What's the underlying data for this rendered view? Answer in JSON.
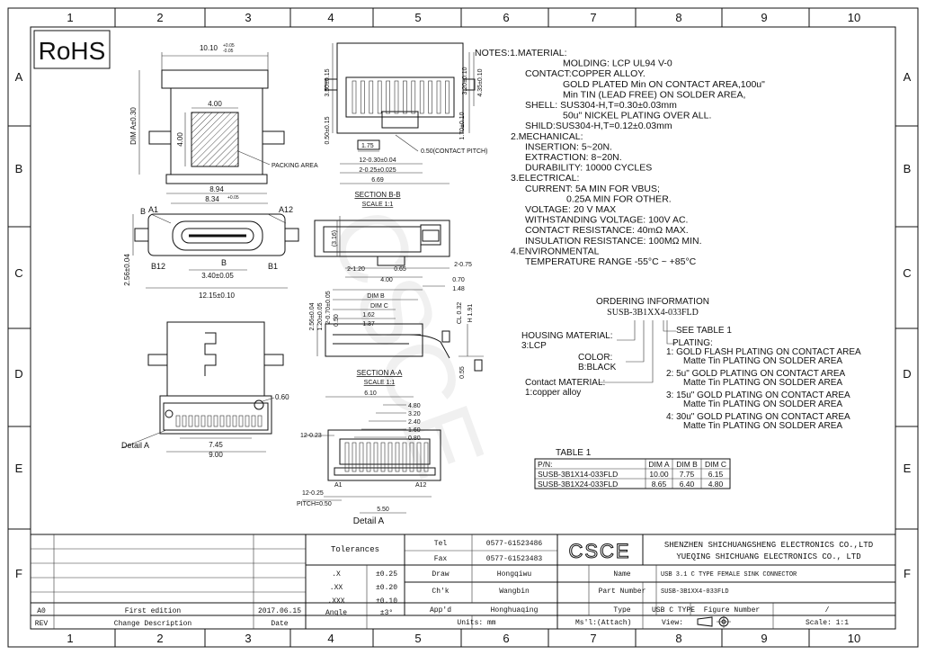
{
  "frame": {
    "cols": [
      "1",
      "2",
      "3",
      "4",
      "5",
      "6",
      "7",
      "8",
      "9",
      "10"
    ],
    "rows": [
      "A",
      "B",
      "C",
      "D",
      "E",
      "F"
    ]
  },
  "rohs": "RoHS",
  "watermark": "CSCE",
  "views": {
    "top_width": "10.10",
    "top_width_tol_up": "+0.05",
    "top_width_tol_dn": "-0.05",
    "dim_a": "DIM A±0.30",
    "sq_w": "4.00",
    "sq_h": "4.00",
    "packing": "PACKING AREA",
    "bottom_w": "8.94",
    "front_top": "8.34",
    "front_top_tol": "+0.05",
    "b_label": "B",
    "a1": "A1",
    "a12": "A12",
    "b12": "B12",
    "b1": "B1",
    "b_mid": "B",
    "pitch340": "3.40±0.05",
    "w1215": "12.15±0.10",
    "h256": "2.56±0.04",
    "sec_bb": "SECTION B-B",
    "scale_bb": "SCALE 1:1",
    "d350": "3.50±0.15",
    "d050": "0.50±0.15",
    "d320": "3.20±0.10",
    "d435": "4.35±0.10",
    "d170": "1.70±0.10",
    "d175": "1.75",
    "d050p": "0.50(CONTACT PITCH)",
    "d1230": "12-0.30±0.04",
    "d2025": "2-0.25±0.025",
    "d669": "6.69",
    "sec_aa": "SECTION A-A",
    "scale_aa": "SCALE 1:1",
    "d316": "(3.16)",
    "d2120": "2-1.20",
    "d065": "0.65",
    "d2075": "2-0.75",
    "d400": "4.00",
    "d070": "0.70",
    "d148": "1.48",
    "dimb": "DIM B",
    "dimc": "DIM C",
    "d162": "1.62",
    "d137": "1.37",
    "d256v": "2.56±0.04",
    "d120": "1.20±0.05",
    "d2070": "2-0.70±0.05",
    "d050v": "0.50",
    "cl032": "CL 0.32",
    "h191": "H 1.91",
    "d055": "0.55",
    "d060": "0.60",
    "d610": "6.10",
    "detail_a_lbl": "Detail A",
    "d745": "7.45",
    "d900": "9.00",
    "stack": [
      "4.80",
      "3.20",
      "2.40",
      "1.60",
      "0.80"
    ],
    "d1223": "12-0.23",
    "d1225": "12-0.25",
    "pitch050": "PITCH=0.50",
    "d550": "5.50",
    "detail_a_title": "Detail A",
    "a1b": "A1",
    "a12b": "A12"
  },
  "notes": [
    "NOTES:1.MATERIAL:",
    "MOLDING: LCP UL94 V-0",
    "CONTACT:COPPER ALLOY.",
    "GOLD PLATED Min ON CONTACT AREA,100u\"",
    "Min TIN (LEAD FREE) ON SOLDER AREA,",
    "SHELL: SUS304-H,T=0.30±0.03mm",
    "50u\" NICKEL PLATING OVER ALL.",
    "SHILD:SUS304-H,T=0.12±0.03mm",
    "2.MECHANICAL:",
    "INSERTION: 5~20N.",
    "EXTRACTION: 8~20N.",
    "DURABILITY: 10000 CYCLES",
    "3.ELECTRICAL:",
    "CURRENT: 5A MIN FOR VBUS;",
    "0.25A MIN FOR OTHER.",
    "VOLTAGE: 20 V MAX",
    "WITHSTANDING VOLTAGE: 100V AC.",
    "CONTACT RESISTANCE: 40mΩ MAX.",
    "INSULATION RESISTANCE: 100MΩ MIN.",
    "4.ENVIRONMENTAL",
    "TEMPERATURE RANGE -55°C ~ +85°C"
  ],
  "ordering": {
    "title": "ORDERING INFORMATION",
    "code": "SUSB-3B1XX4-033FLD",
    "see_table": "SEE TABLE 1",
    "plating_hdr": "PLATING:",
    "plating": [
      "1: GOLD FLASH PLATING ON CONTACT AREA",
      "Matte Tin PLATING ON SOLDER AREA",
      "2: 5u\" GOLD PLATING ON CONTACT AREA",
      "Matte Tin PLATING ON SOLDER AREA",
      "3: 15u\" GOLD PLATING ON CONTACT AREA",
      "Matte Tin PLATING ON SOLDER AREA",
      "4: 30u\" GOLD PLATING ON CONTACT AREA",
      "Matte Tin PLATING ON SOLDER AREA"
    ],
    "housing": [
      "HOUSING MATERIAL:",
      "3:LCP"
    ],
    "color": [
      "COLOR:",
      "B:BLACK"
    ],
    "contact": [
      "Contact MATERIAL:",
      "1:copper alloy"
    ]
  },
  "table1": {
    "title": "TABLE 1",
    "headers": [
      "P/N:",
      "DIM A",
      "DIM B",
      "DIM C"
    ],
    "rows": [
      [
        "SUSB-3B1X14-033FLD",
        "10.00",
        "7.75",
        "6.15"
      ],
      [
        "SUSB-3B1X24-033FLD",
        "8.65",
        "6.40",
        "4.80"
      ]
    ]
  },
  "title_block": {
    "tolerances": "Tolerances",
    "tol_rows": [
      [
        ".X",
        "±0.25"
      ],
      [
        ".XX",
        "±0.20"
      ],
      [
        ".XXX",
        "±0.10"
      ],
      [
        "Angle",
        "±3°"
      ]
    ],
    "tel_lbl": "Tel",
    "tel": "0577-61523486",
    "fax_lbl": "Fax",
    "fax": "0577-61523483",
    "logo": "CSCE",
    "company1": "SHENZHEN SHICHUANGSHENG ELECTRONICS CO.,LTD",
    "company2": "YUEQING SHICHUANG ELECTRONICS CO., LTD",
    "draw_lbl": "Draw",
    "draw": "Hongqiwu",
    "chk_lbl": "Ch'k",
    "chk": "Wangbin",
    "appd_lbl": "App'd",
    "appd": "Honghuaqing",
    "name_lbl": "Name",
    "name": "USB 3.1 C TYPE FEMALE SINK CONNECTOR",
    "pn_lbl": "Part Number",
    "pn": "SUSB-3B1XX4-033FLD",
    "type_lbl": "Type",
    "type": "USB C TYPE",
    "fig_lbl": "Figure Number",
    "fig": "/",
    "units": "Units: mm",
    "mat": "Ms'l:(Attach)",
    "view": "View:",
    "scale": "Scale: 1:1",
    "rev_code": "A0",
    "rev_desc": "First edition",
    "rev_date": "2017.06.15",
    "rev_lbl": "REV",
    "chg_lbl": "Change Description",
    "date_lbl": "Date"
  }
}
